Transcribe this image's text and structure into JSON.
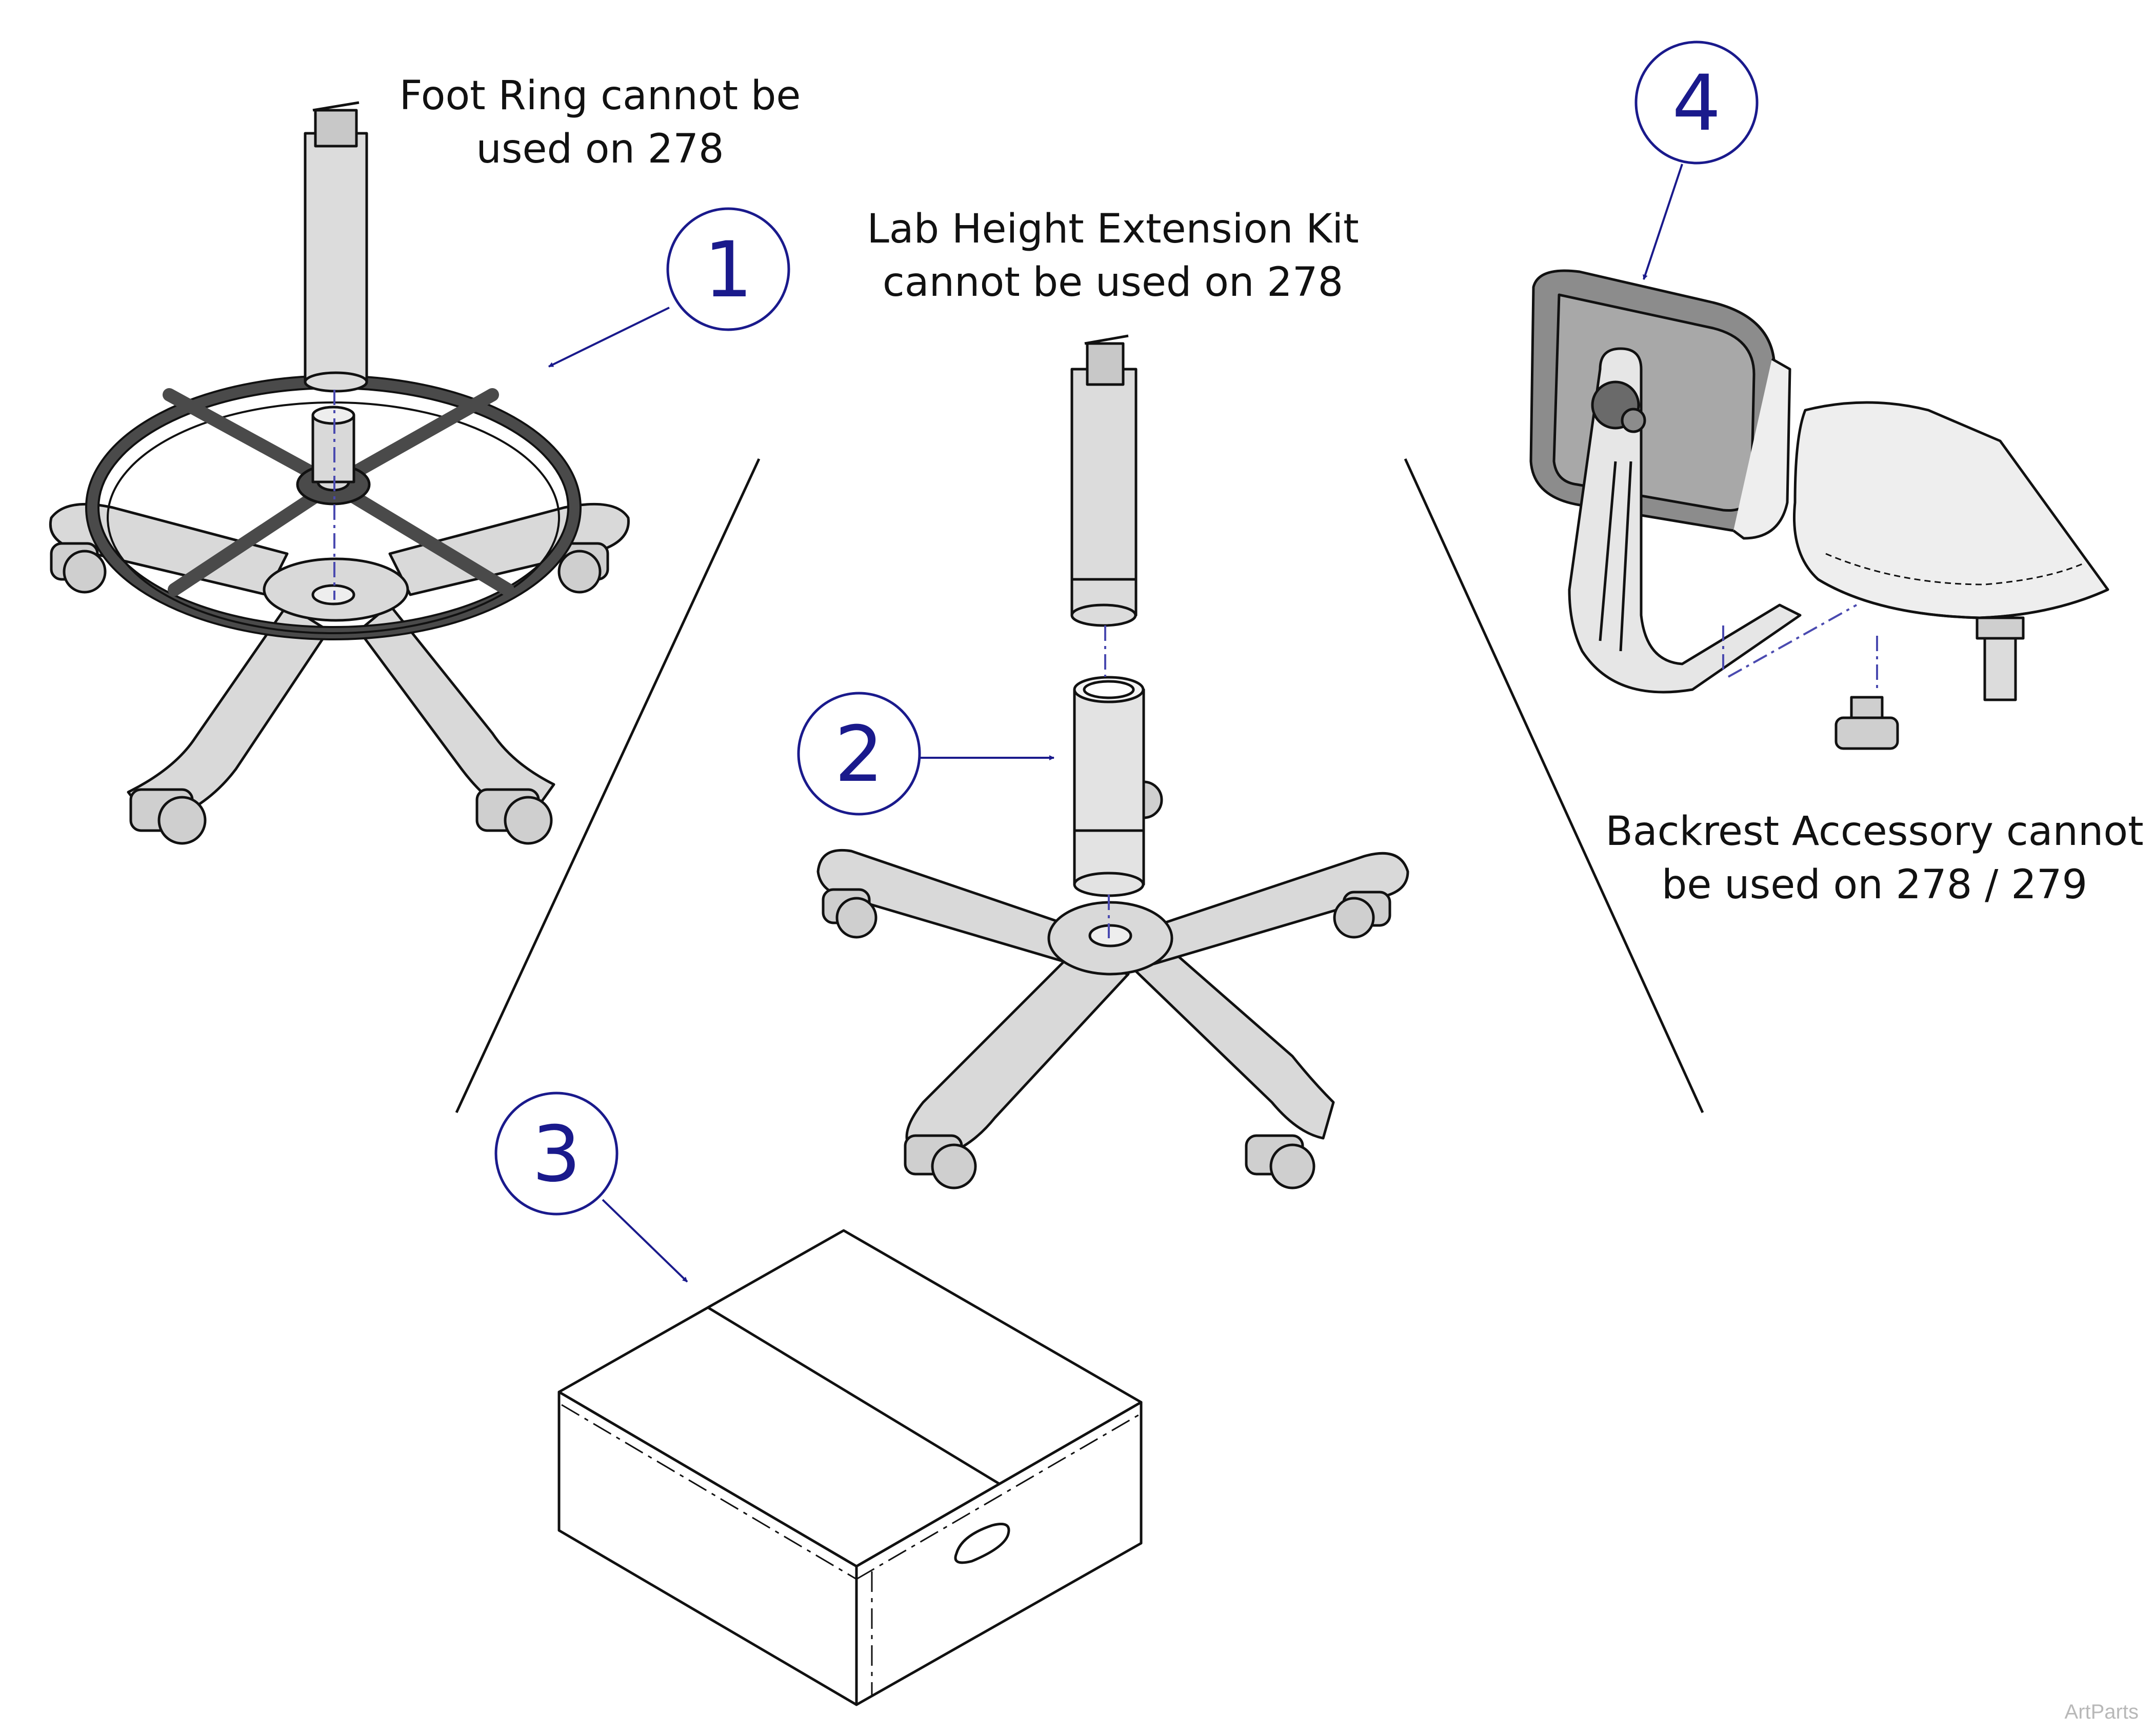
{
  "notes": {
    "foot_ring": [
      "Foot Ring cannot be",
      "used on 278"
    ],
    "lab_height": [
      "Lab Height Extension Kit",
      "cannot be used on 278"
    ],
    "backrest": [
      "Backrest Accessory cannot",
      "be used on 278 / 279"
    ]
  },
  "callouts": [
    "1",
    "2",
    "3",
    "4"
  ],
  "watermark": "ArtParts",
  "colors": {
    "callout": "#1a1a8c",
    "part_fill": "#d9d9d9",
    "ring": "#4a4a4a",
    "pad": "#8c8c8c",
    "line": "#111111"
  }
}
